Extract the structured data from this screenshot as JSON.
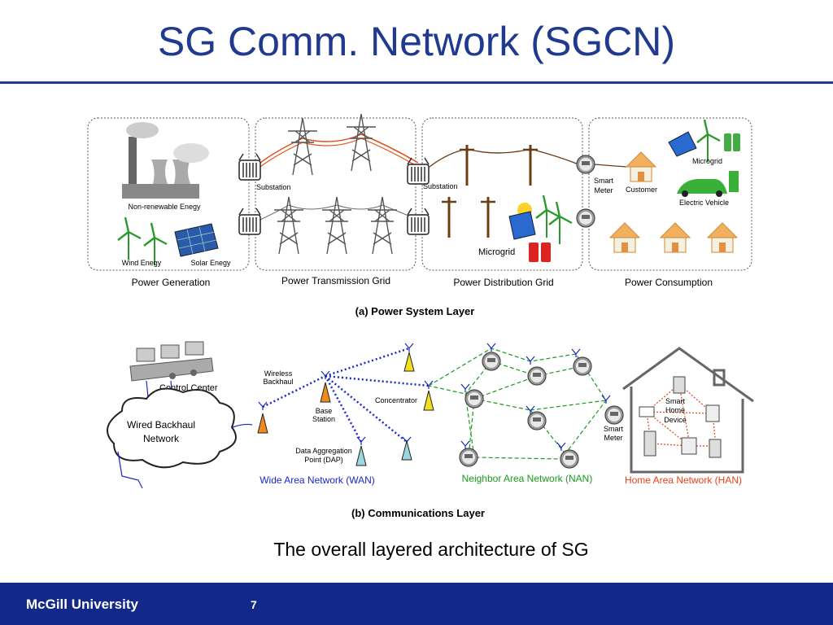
{
  "title": "SG Comm. Network (SGCN)",
  "power_layer": {
    "panels": [
      "Power Generation",
      "Power Transmission Grid",
      "Power Distribution Grid",
      "Power Consumption"
    ],
    "labels": {
      "non_renewable": "Non-renewable Enegy",
      "wind": "Wind Enegy",
      "solar": "Solar Enegy",
      "substation": "Substation",
      "microgrid": "Microgrid",
      "smart_meter": "Smart Meter",
      "customer": "Customer",
      "electric_vehicle": "Electric Vehicle"
    },
    "caption": "(a) Power System Layer"
  },
  "comm_layer": {
    "labels": {
      "control_center": "Control Center",
      "wired_backhaul": "Wired Backhaul Network",
      "wireless_backhaul": "Wireless Backhaul",
      "base_station": "Base Station",
      "concentrator": "Concentrator",
      "dap": "Data Aggregation Point (DAP)",
      "smart_meter": "Smart Meter",
      "smart_home_device": "Smart Home Device"
    },
    "networks": {
      "wan": "Wide Area Network (WAN)",
      "nan": "Neighbor Area  Network (NAN)",
      "han": "Home Area Network (HAN)"
    },
    "caption": "(b) Communications Layer",
    "colors": {
      "wan": "#1a27c9",
      "nan": "#1a9a1a",
      "han": "#e8401a"
    }
  },
  "caption": "The overall layered architecture of SG",
  "footer": {
    "org": "McGill University",
    "page": "7"
  }
}
